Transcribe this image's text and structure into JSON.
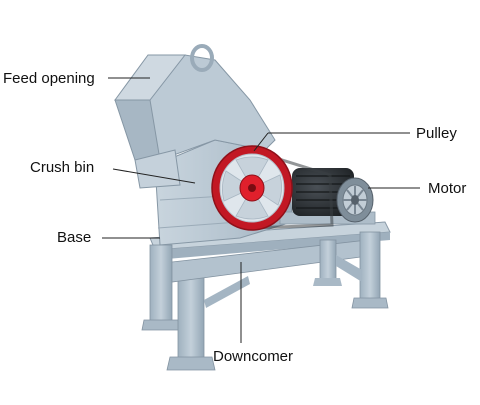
{
  "labels": {
    "feed_opening": "Feed opening",
    "crush_bin": "Crush bin",
    "base": "Base",
    "pulley": "Pulley",
    "motor": "Motor",
    "downcomer": "Downcomer"
  },
  "colors": {
    "body": "#b6c5d1",
    "body_dark": "#8fa2b1",
    "body_light": "#d3dde5",
    "pulley_red": "#d9202c",
    "motor_dark": "#2b2f33",
    "leader_line": "#222222"
  }
}
